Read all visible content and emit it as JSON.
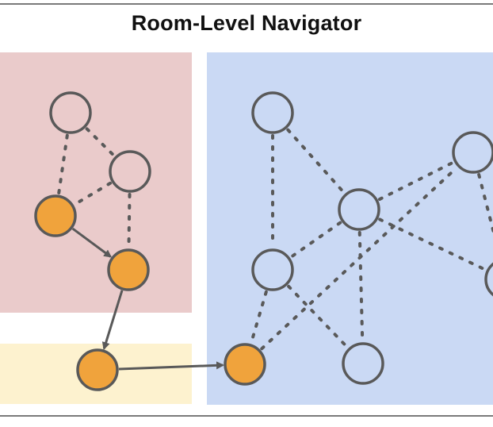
{
  "title": "Room-Level Navigator",
  "colors": {
    "room_red": "#eacbcb",
    "room_blue": "#cad9f4",
    "room_yellow": "#fdf2cf",
    "node_active": "#f0a33c",
    "node_outline": "#595959",
    "edge": "#595959",
    "rule": "#7a7a7a"
  },
  "rooms": [
    {
      "id": "red-room"
    },
    {
      "id": "yellow-room"
    },
    {
      "id": "blue-room"
    }
  ],
  "nodes": [
    {
      "id": "r1",
      "state": "inactive"
    },
    {
      "id": "r2",
      "state": "inactive"
    },
    {
      "id": "r3",
      "state": "active"
    },
    {
      "id": "r4",
      "state": "active"
    },
    {
      "id": "y1",
      "state": "active"
    },
    {
      "id": "b1",
      "state": "inactive"
    },
    {
      "id": "b2",
      "state": "inactive"
    },
    {
      "id": "b3",
      "state": "inactive"
    },
    {
      "id": "b4",
      "state": "inactive"
    },
    {
      "id": "b5",
      "state": "active"
    },
    {
      "id": "b6",
      "state": "inactive"
    },
    {
      "id": "b7",
      "state": "inactive"
    }
  ],
  "dotted_edges": [
    [
      "r1",
      "r3"
    ],
    [
      "r1",
      "r2"
    ],
    [
      "r2",
      "r3"
    ],
    [
      "r2",
      "r4"
    ],
    [
      "b1",
      "b2"
    ],
    [
      "b1",
      "b3"
    ],
    [
      "b2",
      "b3"
    ],
    [
      "b2",
      "b6"
    ],
    [
      "b2",
      "b4"
    ],
    [
      "b2",
      "b7"
    ],
    [
      "b3",
      "b4"
    ],
    [
      "b3",
      "b5"
    ],
    [
      "b6",
      "b7"
    ],
    [
      "b5",
      "b6"
    ]
  ],
  "path_edges": [
    [
      "r3",
      "r4"
    ],
    [
      "r4",
      "y1"
    ],
    [
      "y1",
      "b5"
    ]
  ]
}
